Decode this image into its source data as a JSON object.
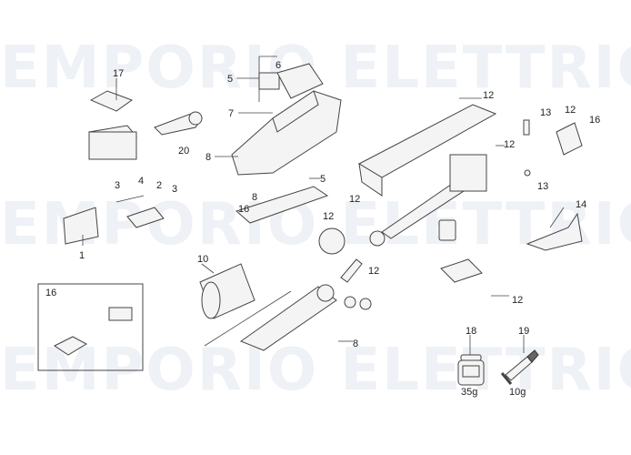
{
  "watermark": "EMPORIO ELETTRICO",
  "callouts": [
    "17",
    "20",
    "6",
    "5",
    "7",
    "8",
    "5",
    "4",
    "3",
    "2",
    "3",
    "1",
    "16",
    "8",
    "12",
    "13",
    "12",
    "16",
    "12",
    "13",
    "12",
    "12",
    "14",
    "12",
    "12",
    "10",
    "16",
    "8",
    "18",
    "19"
  ],
  "consumables": {
    "grease_jar_weight": "35g",
    "grease_tube_weight": "10g"
  }
}
